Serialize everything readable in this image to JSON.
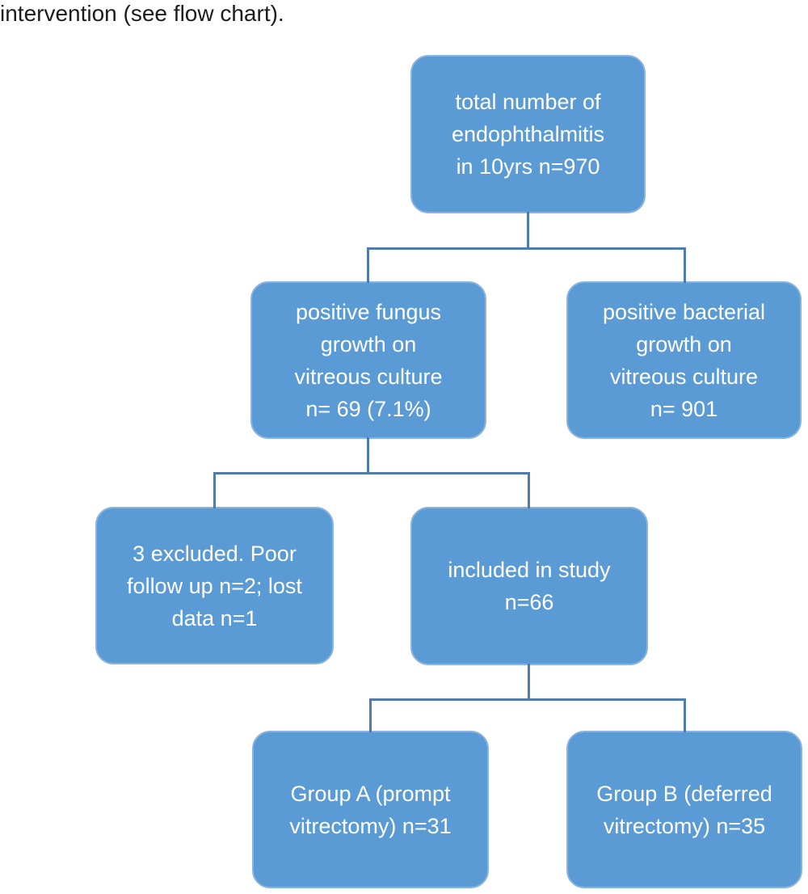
{
  "caption": "intervention (see flow chart).",
  "colors": {
    "box_fill": "#5b9bd5",
    "box_border": "#8ab4dd",
    "connector": "#4e7cae",
    "box_text": "#ffffff",
    "caption_text": "#1c1c1c"
  },
  "flow_chart": {
    "nodes": [
      {
        "name": "total-endophthalmitis",
        "label": "total number of\nendophthalmitis\nin 10yrs n=970"
      },
      {
        "name": "positive-fungus",
        "label": "positive fungus\ngrowth on\nvitreous culture\nn= 69 (7.1%)"
      },
      {
        "name": "positive-bacterial",
        "label": "positive bacterial\ngrowth on\nvitreous culture\nn= 901"
      },
      {
        "name": "excluded",
        "label": "3 excluded. Poor\nfollow up n=2; lost\ndata n=1"
      },
      {
        "name": "included-in-study",
        "label": "included in study\nn=66"
      },
      {
        "name": "group-a",
        "label": "Group A (prompt\nvitrectomy) n=31"
      },
      {
        "name": "group-b",
        "label": "Group B (deferred\nvitrectomy) n=35"
      }
    ],
    "edges": [
      {
        "from": "total-endophthalmitis",
        "to": "positive-fungus"
      },
      {
        "from": "total-endophthalmitis",
        "to": "positive-bacterial"
      },
      {
        "from": "positive-fungus",
        "to": "excluded"
      },
      {
        "from": "positive-fungus",
        "to": "included-in-study"
      },
      {
        "from": "included-in-study",
        "to": "group-a"
      },
      {
        "from": "included-in-study",
        "to": "group-b"
      }
    ]
  }
}
